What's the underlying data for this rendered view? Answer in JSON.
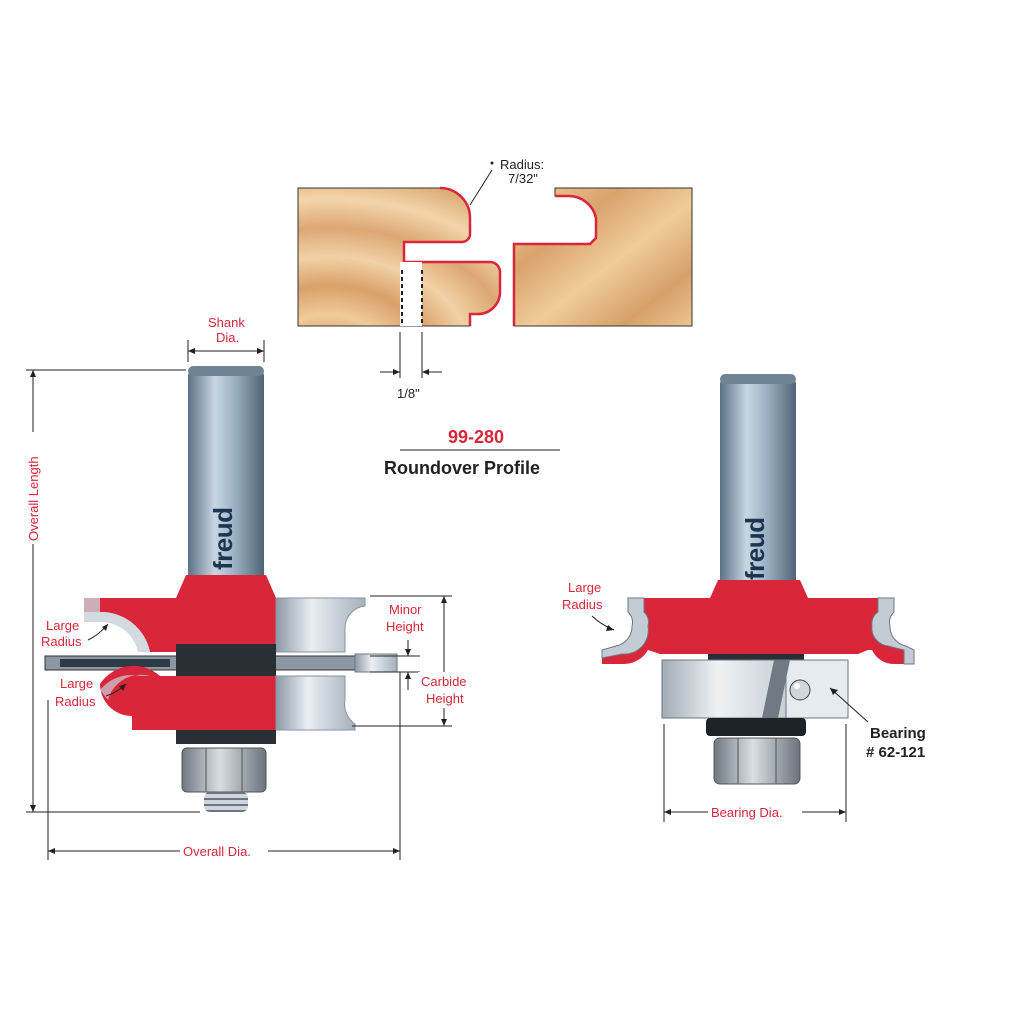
{
  "profile": {
    "model": "99-280",
    "name": "Roundover Profile",
    "radius_label": "Radius:",
    "radius_value": "7/32\"",
    "gap_label": "1/8\""
  },
  "left_bit": {
    "shank_dia_line1": "Shank",
    "shank_dia_line2": "Dia.",
    "overall_length": "Overall Length",
    "overall_dia": "Overall Dia.",
    "minor_height_line1": "Minor",
    "minor_height_line2": "Height",
    "carbide_height_line1": "Carbide",
    "carbide_height_line2": "Height",
    "large_radius_top_line1": "Large",
    "large_radius_top_line2": "Radius",
    "large_radius_bottom_line1": "Large",
    "large_radius_bottom_line2": "Radius",
    "logo": "freud"
  },
  "right_bit": {
    "large_radius_line1": "Large",
    "large_radius_line2": "Radius",
    "bearing_line1": "Bearing",
    "bearing_line2": "# 62-121",
    "bearing_dia": "Bearing Dia.",
    "logo": "freud"
  },
  "colors": {
    "cutter_red": "#d9263a",
    "shank_steel": "#8ea4b8",
    "wood": "#e3b07a",
    "nut_gray": "#9aa3ab"
  }
}
